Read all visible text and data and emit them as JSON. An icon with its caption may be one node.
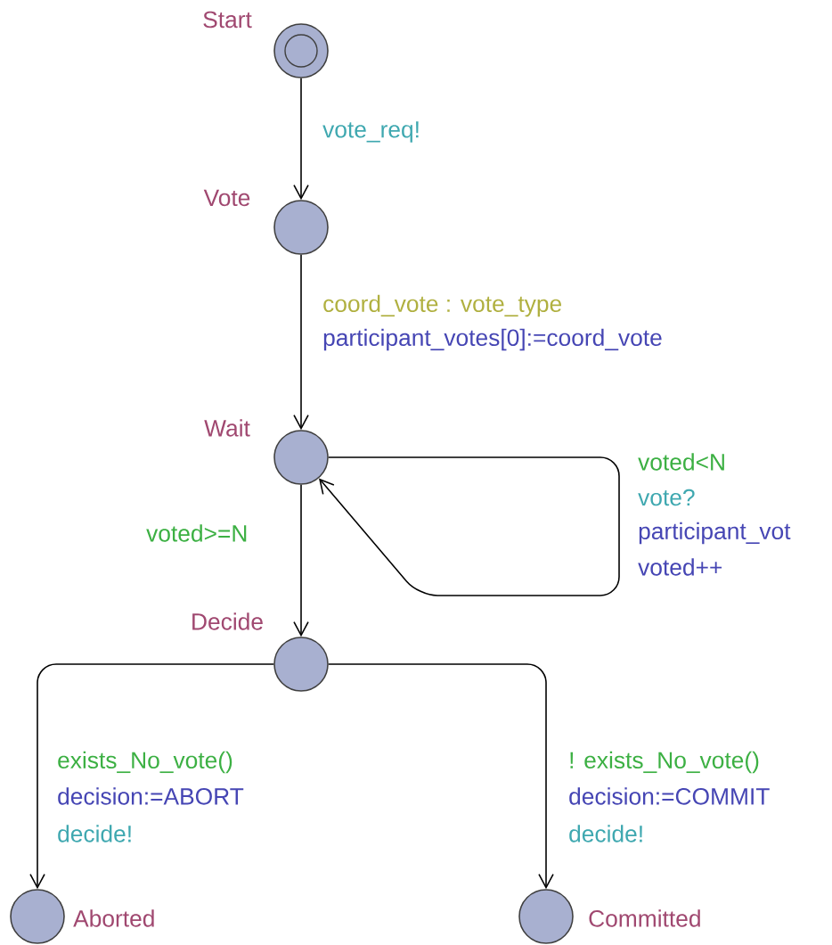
{
  "diagram": {
    "nodes": [
      {
        "text": [],
        "shape": "circle",
        "beside": [
          "Start"
        ]
      },
      {
        "text": [],
        "shape": "circle",
        "beside": [
          "Vote"
        ]
      },
      {
        "text": [],
        "shape": "circle",
        "beside": [
          "Wait"
        ]
      },
      {
        "text": [],
        "shape": "circle",
        "beside": [
          "Decide"
        ]
      },
      {
        "text": [],
        "shape": "circle",
        "beside": [
          "Aborted"
        ]
      },
      {
        "text": [],
        "shape": "circle",
        "beside": [
          "Committed"
        ]
      }
    ],
    "edges": [
      {
        "from": 0,
        "to": 1,
        "arrow": "to",
        "label": [
          "vote_req!"
        ]
      },
      {
        "from": 1,
        "to": 2,
        "arrow": "to",
        "label": [
          "coord_vote : vote_type",
          "participant_votes[0]:=coord_vote"
        ]
      },
      {
        "from": 2,
        "to": 2,
        "arrow": "to",
        "label": [
          "voted<N",
          "vote?",
          "participant_vot",
          "voted++"
        ]
      },
      {
        "from": 2,
        "to": 3,
        "arrow": "to",
        "label": [
          "voted>=N"
        ]
      },
      {
        "from": 3,
        "to": 4,
        "arrow": "to",
        "label": [
          "exists_No_vote()",
          "decision:=ABORT",
          "decide!"
        ]
      },
      {
        "from": 3,
        "to": 5,
        "arrow": "to",
        "label": [
          "! exists_No_vote()",
          "decision:=COMMIT",
          "decide!"
        ]
      }
    ]
  }
}
